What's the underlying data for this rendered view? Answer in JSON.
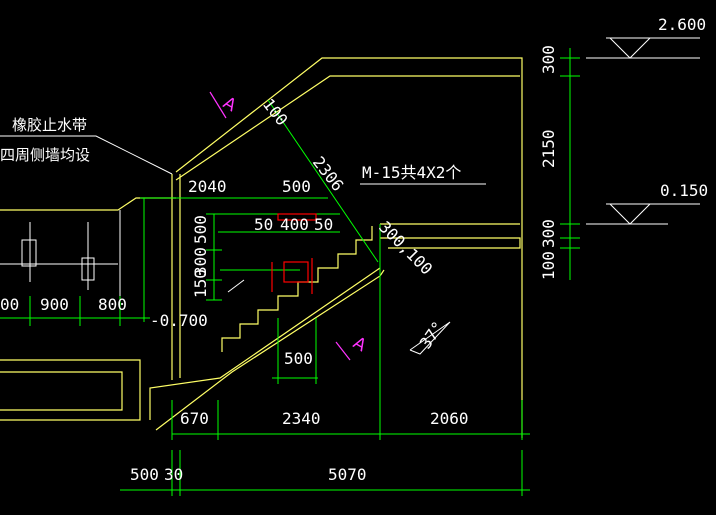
{
  "drawing": {
    "elevations": {
      "top": "2.600",
      "mid": "0.150"
    },
    "right_dims": {
      "d_300_top": "300",
      "d_2150": "2150",
      "d_300_low": "300",
      "d_100": "100"
    },
    "notes": {
      "waterstop": "橡胶止水带",
      "walls": "四周侧墙均设",
      "door": "M-15共4X2个"
    },
    "slope_dims": {
      "d_100": "100",
      "d_2306": "2306",
      "d_300_100": "300,100"
    },
    "stair_dims": {
      "d_2040": "2040",
      "d_500_top": "500",
      "d_50_left": "50",
      "d_400": "400",
      "d_50_right": "50",
      "d_500_v": "500",
      "d_300_v": "300",
      "d_150_v": "150",
      "d_500_bottom": "500"
    },
    "left_dims": {
      "d_00": "00",
      "d_900": "900",
      "d_800": "800",
      "level": "-0.700"
    },
    "bottom_dims": {
      "d_670": "670",
      "d_2340": "2340",
      "d_2060": "2060",
      "d_500": "500",
      "d_30": "30",
      "d_5070": "5070"
    },
    "section_mark": "A",
    "angle": "37°",
    "colors": {
      "wall": "#ffff66",
      "dim": "#00ff00",
      "section": "#ff33ff",
      "door": "#ff0000",
      "text": "#ffffff"
    }
  }
}
